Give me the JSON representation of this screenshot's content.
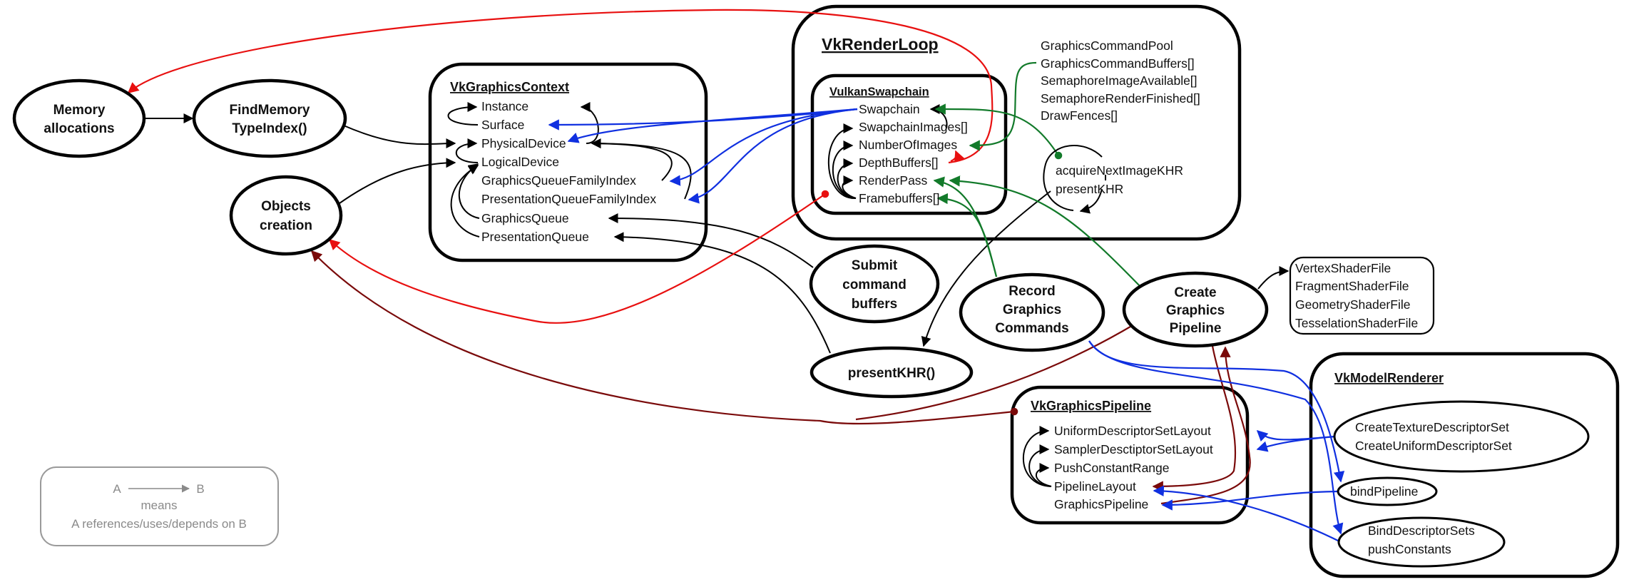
{
  "nodes": {
    "memory_allocations": [
      "Memory",
      "allocations"
    ],
    "find_memory_type_index": [
      "FindMemory",
      "TypeIndex()"
    ],
    "objects_creation": [
      "Objects",
      "creation"
    ],
    "submit_command_buffers": [
      "Submit",
      "command",
      "buffers"
    ],
    "present_khr": [
      "presentKHR()"
    ],
    "record_graphics_commands": [
      "Record",
      "Graphics",
      "Commands"
    ],
    "create_graphics_pipeline": [
      "Create",
      "Graphics",
      "Pipeline"
    ]
  },
  "vk_graphics_context": {
    "title": "VkGraphicsContext",
    "items": [
      "Instance",
      "Surface",
      "PhysicalDevice",
      "LogicalDevice",
      "GraphicsQueueFamilyIndex",
      "PresentationQueueFamilyIndex",
      "GraphicsQueue",
      "PresentationQueue"
    ]
  },
  "vk_render_loop": {
    "title": "VkRenderLoop",
    "members": [
      "GraphicsCommandPool",
      "GraphicsCommandBuffers[]",
      "SemaphoreImageAvailable[]",
      "SemaphoreRenderFinished[]",
      "DrawFences[]"
    ],
    "loop_labels": [
      "acquireNextImageKHR",
      "presentKHR"
    ],
    "swapchain": {
      "title": "VulkanSwapchain",
      "items": [
        "Swapchain",
        "SwapchainImages[]",
        "NumberOfImages",
        "DepthBuffers[]",
        "RenderPass",
        "Framebuffers[]"
      ]
    }
  },
  "shader_files": [
    "VertexShaderFile",
    "FragmentShaderFile",
    "GeometryShaderFile",
    "TesselationShaderFile"
  ],
  "vk_graphics_pipeline": {
    "title": "VkGraphicsPipeline",
    "items": [
      "UniformDescriptorSetLayout",
      "SamplerDesctiptorSetLayout",
      "PushConstantRange",
      "PipelineLayout",
      "GraphicsPipeline"
    ]
  },
  "vk_model_renderer": {
    "title": "VkModelRenderer",
    "descriptor_sets": [
      "CreateTextureDescriptorSet",
      "CreateUniformDescriptorSet"
    ],
    "bind_pipeline": "bindPipeline",
    "bind_descriptor_sets": [
      "BindDescriptorSets",
      "pushConstants"
    ]
  },
  "legend": {
    "a": "A",
    "b": "B",
    "means": "means",
    "description": "A references/uses/depends on B"
  },
  "colors": {
    "black_edge": "#000000",
    "blue_edge": "#1030e0",
    "red_edge": "#e81010",
    "dark_red_edge": "#7a0a0a",
    "green_edge": "#127a2a",
    "legend_gray": "#8a8a8a"
  }
}
